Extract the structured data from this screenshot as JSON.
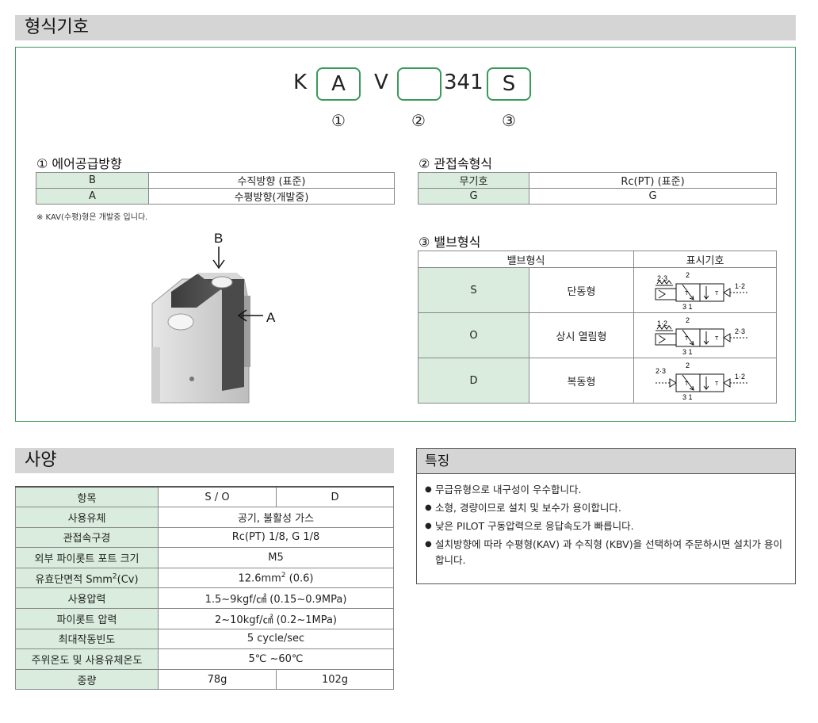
{
  "section_model": {
    "title": "형식기호",
    "code": {
      "k": "K",
      "a": "A",
      "v": "V",
      "blank": "",
      "num": "341",
      "s": "S"
    },
    "markers": [
      "①",
      "②",
      "③"
    ],
    "air_supply": {
      "heading": "① 에어공급방향",
      "rows": [
        {
          "code": "B",
          "desc": "수직방향 (표준)"
        },
        {
          "code": "A",
          "desc": "수평방향(개발중)"
        }
      ],
      "note": "※ KAV(수평)형은 개발중 입니다.",
      "label_b": "B",
      "label_a": "A"
    },
    "connection": {
      "heading": "② 관접속형식",
      "rows": [
        {
          "code": "무기호",
          "desc": "Rc(PT) (표준)"
        },
        {
          "code": "G",
          "desc": "G"
        }
      ]
    },
    "valve": {
      "heading": "③ 밸브형식",
      "col_type": "밸브형식",
      "col_symbol": "표시기호",
      "rows": [
        {
          "code": "S",
          "name": "단동형",
          "left_label": "2·3",
          "right_label": "1·2"
        },
        {
          "code": "O",
          "name": "상시 열림형",
          "left_label": "1·2",
          "right_label": "2·3"
        },
        {
          "code": "D",
          "name": "복동형",
          "left_label": "2·3",
          "right_label": "1·2"
        }
      ],
      "symbol_top": "2",
      "symbol_bottom": "3 1",
      "symbol_t": "T"
    }
  },
  "section_spec": {
    "title": "사양",
    "header": {
      "item": "항목",
      "so": "S / O",
      "d": "D"
    },
    "rows": [
      {
        "label": "사용유체",
        "value": "공기, 불활성 가스"
      },
      {
        "label": "관접속구경",
        "value": "Rc(PT) 1/8, G 1/8"
      },
      {
        "label": "외부 파이롯트 포트 크기",
        "value": "M5"
      },
      {
        "label_pre": "유효단면적 Smm",
        "label_sup": "2",
        "label_post": "(Cv)",
        "value_pre": "12.6mm",
        "value_sup": "2",
        "value_post": " (0.6)"
      },
      {
        "label": "사용압력",
        "value": "1.5~9kgf/㎠ (0.15~0.9MPa)"
      },
      {
        "label": "파이롯트 압력",
        "value": "2~10kgf/㎠ (0.2~1MPa)"
      },
      {
        "label": "최대작동빈도",
        "value": "5 cycle/sec"
      },
      {
        "label": "주위온도 및 사용유체온도",
        "value": "5℃ ~60℃"
      }
    ],
    "weight": {
      "label": "중량",
      "so": "78g",
      "d": "102g"
    }
  },
  "section_features": {
    "title": "특징",
    "items": [
      "무급유형으로 내구성이 우수합니다.",
      "소형, 경량이므로 설치 및 보수가 용이합니다.",
      "낮은 PILOT 구동압력으로 응답속도가 빠릅니다.",
      "설치방향에 따라 수평형(KAV) 과 수직형 (KBV)을 선택하여 주문하시면 설치가 용이합니다."
    ]
  },
  "colors": {
    "accent_green": "#3a9a5a",
    "cell_green": "#d9ecdd",
    "header_gray": "#d5d5d5"
  }
}
